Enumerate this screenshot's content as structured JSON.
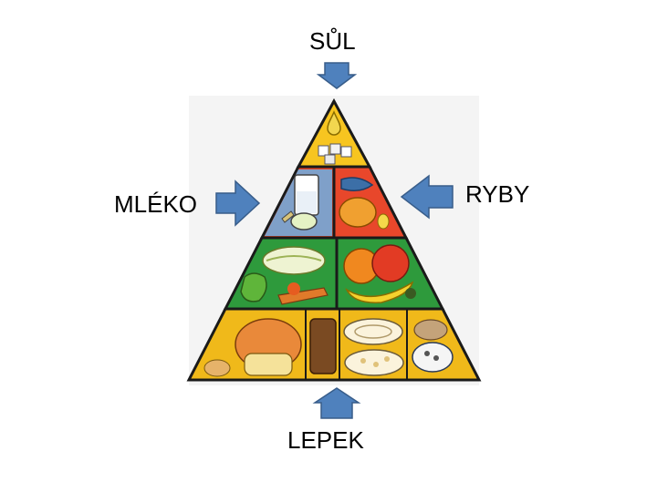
{
  "labels": {
    "top": "SŮL",
    "left": "MLÉKO",
    "right": "RYBY",
    "bottom": "LEPEK"
  },
  "colors": {
    "arrow_fill": "#4f81bd",
    "arrow_stroke": "#385d8a",
    "tier_top": "#f7c520",
    "tier_second": "#e8472b",
    "tier_third": "#2e9a3c",
    "tier_base": "#f0b91a",
    "background_panel": "#f4f4f4"
  },
  "pyramid": {
    "levels": [
      {
        "name": "fats-sugars",
        "icons": [
          "oil-drop-icon",
          "sugar-cubes-icon"
        ]
      },
      {
        "name": "dairy-protein",
        "icons": [
          "milk-glass-icon",
          "fish-chicken-icon"
        ]
      },
      {
        "name": "vegetables-fruit",
        "icons": [
          "vegetables-icon",
          "fruit-icon"
        ]
      },
      {
        "name": "grains",
        "icons": [
          "bread-icon",
          "pasta-icon",
          "rice-icon"
        ]
      }
    ]
  }
}
